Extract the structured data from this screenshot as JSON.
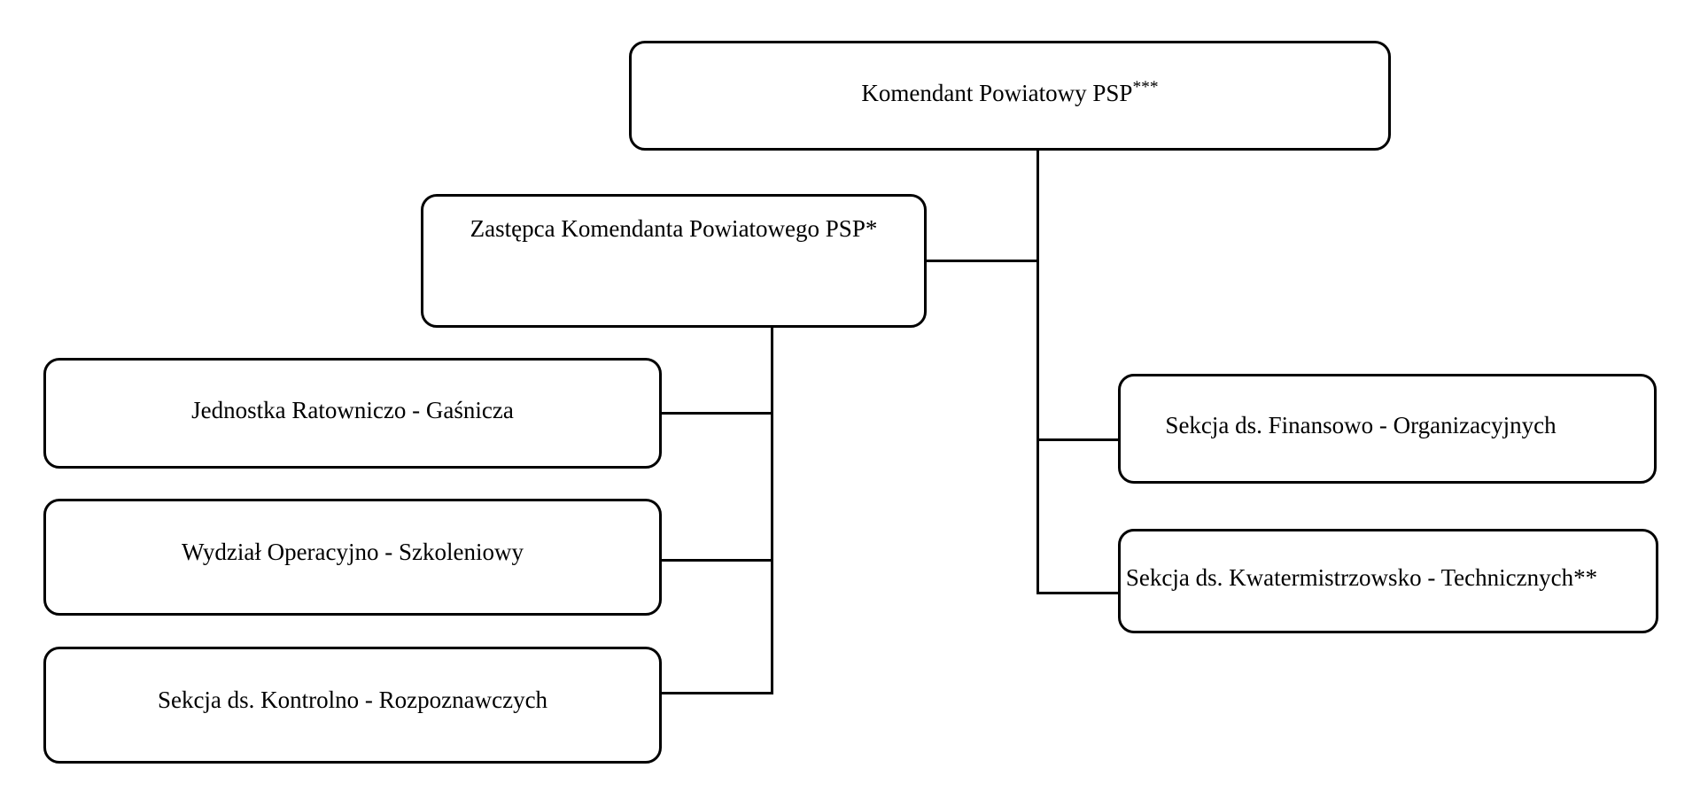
{
  "diagram": {
    "type": "org-chart",
    "nodes": {
      "komendant": {
        "label": "Komendant Powiatowy PSP",
        "sup": "***"
      },
      "zastepca": {
        "label": "Zastępca Komendanta Powiatowego PSP*"
      },
      "jednostka": {
        "label": "Jednostka Ratowniczo - Gaśnicza"
      },
      "wydzial": {
        "label": "Wydział Operacyjno - Szkoleniowy"
      },
      "kontrolno": {
        "label": "Sekcja ds. Kontrolno - Rozpoznawczych"
      },
      "finansowo": {
        "label": "Sekcja ds. Finansowo - Organizacyjnych"
      },
      "kwatermistrz": {
        "label": "Sekcja ds. Kwatermistrzowsko - Technicznych**"
      }
    },
    "edges": [
      {
        "from": "komendant",
        "to": "zastepca"
      },
      {
        "from": "komendant",
        "to": "finansowo"
      },
      {
        "from": "komendant",
        "to": "kwatermistrz"
      },
      {
        "from": "zastepca",
        "to": "jednostka"
      },
      {
        "from": "zastepca",
        "to": "wydzial"
      },
      {
        "from": "zastepca",
        "to": "kontrolno"
      }
    ],
    "colors": {
      "background": "#ffffff",
      "border": "#000000",
      "text": "#000000",
      "connector": "#000000"
    }
  }
}
